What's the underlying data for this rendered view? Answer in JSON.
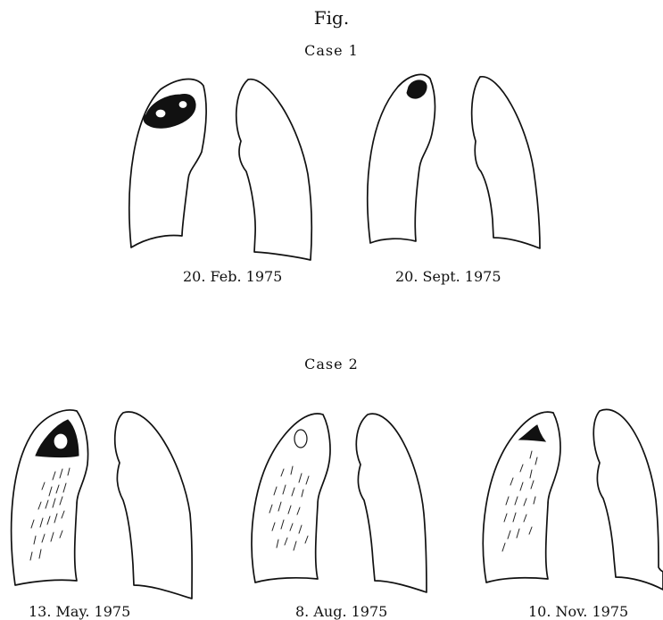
{
  "figure": {
    "title": "Fig.",
    "case1_label": "Case 1",
    "case2_label": "Case 2"
  },
  "dates": {
    "case1_a": "20. Feb. 1975",
    "case1_b": "20. Sept. 1975",
    "case2_a": "13. May. 1975",
    "case2_b": "8. Aug. 1975",
    "case2_c": "10. Nov. 1975"
  }
}
